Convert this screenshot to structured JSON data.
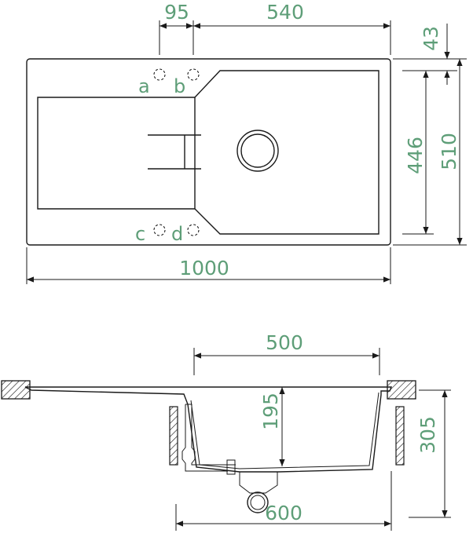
{
  "colors": {
    "dimension_text": "#5e9e78",
    "line": "#1a1a1a"
  },
  "top_view": {
    "dimensions": {
      "tap_offset": "95",
      "bowl_width_top": "540",
      "overall_length": "1000",
      "overall_depth": "510",
      "bowl_depth": "446",
      "edge_offset": "43"
    },
    "tap_holes": [
      "a",
      "b",
      "c",
      "d"
    ]
  },
  "side_view": {
    "dimensions": {
      "bowl_width": "500",
      "bowl_depth": "195",
      "total_height": "305",
      "cabinet_min": "600"
    }
  }
}
